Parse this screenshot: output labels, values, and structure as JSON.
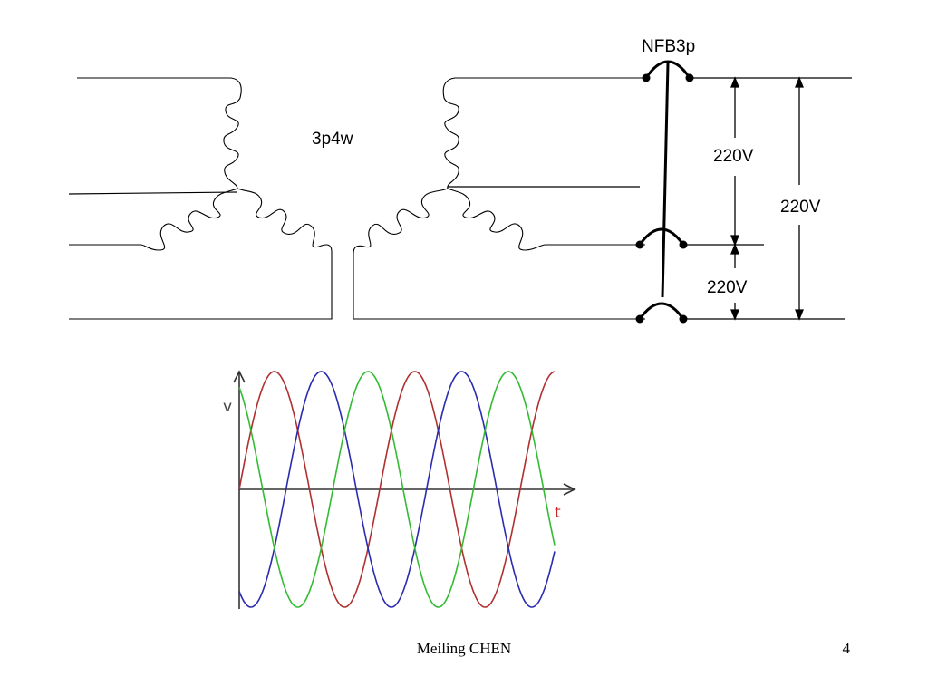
{
  "diagram": {
    "system_label": "3p4w",
    "breaker_label": "NFB3p",
    "voltage_top_label": "220V",
    "voltage_bottom_label": "220V",
    "voltage_total_label": "220V"
  },
  "waveform": {
    "y_axis_label": "v",
    "x_axis_label": "t",
    "t_axis_color": "#cc2222",
    "phase_colors": [
      "#b03030",
      "#2b2bb0",
      "#33bb33"
    ]
  },
  "footer": {
    "author": "Meiling CHEN",
    "page_number": "4"
  }
}
